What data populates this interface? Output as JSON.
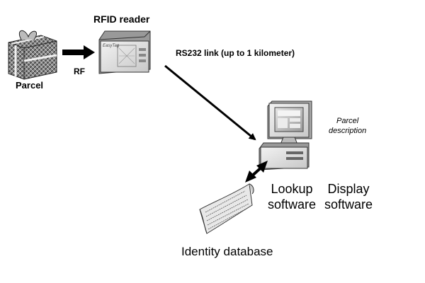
{
  "labels": {
    "rfid_reader": "RFID reader",
    "parcel": "Parcel",
    "rf": "RF",
    "rs232_link": "RS232 link (up to 1 kilometer)",
    "parcel_description_line1": "Parcel",
    "parcel_description_line2": "description",
    "lookup_line1": "Lookup",
    "lookup_line2": "software",
    "display_line1": "Display",
    "display_line2": "software",
    "identity_database": "Identity database"
  },
  "reader_brand": "EasyTag",
  "icons": {
    "parcel": "gift-parcel-icon",
    "reader": "rfid-reader-device-icon",
    "computer": "desktop-computer-icon",
    "database": "paper-scroll-icon"
  }
}
